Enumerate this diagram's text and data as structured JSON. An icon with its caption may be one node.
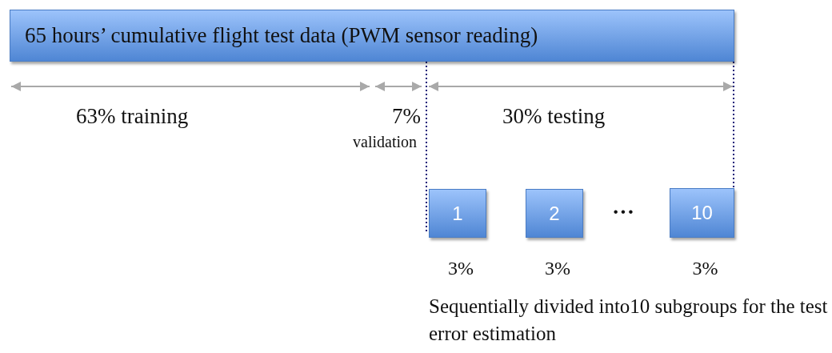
{
  "diagram": {
    "nodes": [
      {
        "text": [
          "65 hours’ cumulative flight test data (PWM sensor reading)"
        ]
      },
      {
        "text": [
          "1"
        ],
        "beside": [
          "3%"
        ]
      },
      {
        "text": [
          "2"
        ],
        "beside": [
          "3%"
        ]
      },
      {
        "text": [
          "10"
        ],
        "beside": [
          "3%"
        ]
      }
    ],
    "edges": [
      {
        "from": 0,
        "to": 1,
        "arrow": "none",
        "style": "dashed",
        "color": "#1a1a7a"
      },
      {
        "from": 0,
        "to": 3,
        "arrow": "none",
        "style": "dashed",
        "color": "#1a1a7a"
      }
    ],
    "labels": [
      "63% training",
      "7%",
      "validation",
      "30% testing",
      "···",
      "Sequentially divided into10 subgroups for the test error estimation"
    ]
  }
}
